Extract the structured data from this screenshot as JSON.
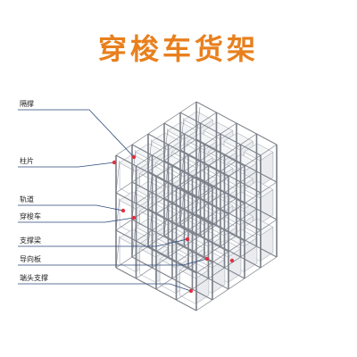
{
  "title": "穿梭车货架",
  "labels": [
    {
      "key": "geche",
      "text": "隔撑"
    },
    {
      "key": "zhupian",
      "text": "柱片"
    },
    {
      "key": "guidao",
      "text": "轨道"
    },
    {
      "key": "chuansuoche",
      "text": "穿梭车"
    },
    {
      "key": "zhichengliang",
      "text": "支撑梁"
    },
    {
      "key": "daoxiangban",
      "text": "导向板"
    },
    {
      "key": "duantouzhicheng",
      "text": "端头支撑"
    }
  ],
  "colors": {
    "title": "#e8801e",
    "frame": "#7a7f88",
    "leader": "#2b4a7a",
    "marker": "#e03040"
  }
}
